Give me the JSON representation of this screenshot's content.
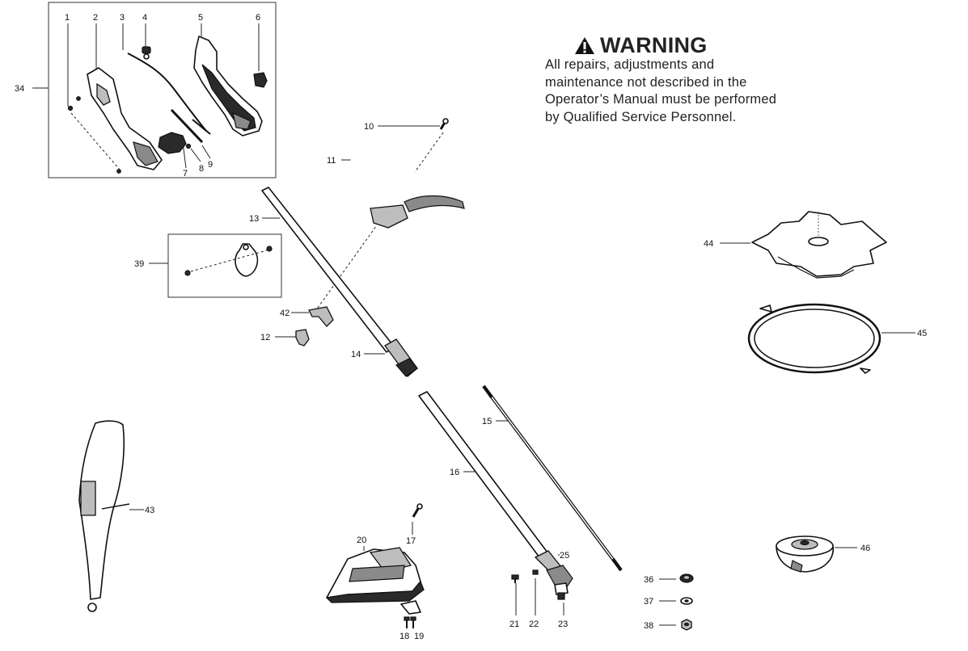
{
  "warning": {
    "title": "WARNING",
    "body": "All repairs, adjustments and maintenance not described in the Operator’s Manual must be performed by Qualified Service Personnel.",
    "icon": "warning-triangle-icon"
  },
  "callouts": {
    "p1": "1",
    "p2": "2",
    "p3": "3",
    "p4": "4",
    "p5": "5",
    "p6": "6",
    "p7": "7",
    "p8": "8",
    "p9": "9",
    "p10": "10",
    "p11": "11",
    "p12": "12",
    "p13": "13",
    "p14": "14",
    "p15": "15",
    "p16": "16",
    "p17": "17",
    "p18": "18",
    "p19": "19",
    "p20": "20",
    "p21": "21",
    "p22": "22",
    "p23": "23",
    "p25": "25",
    "p34": "34",
    "p36": "36",
    "p37": "37",
    "p38": "38",
    "p39": "39",
    "p42": "42",
    "p43": "43",
    "p44": "44",
    "p45": "45",
    "p46": "46"
  }
}
